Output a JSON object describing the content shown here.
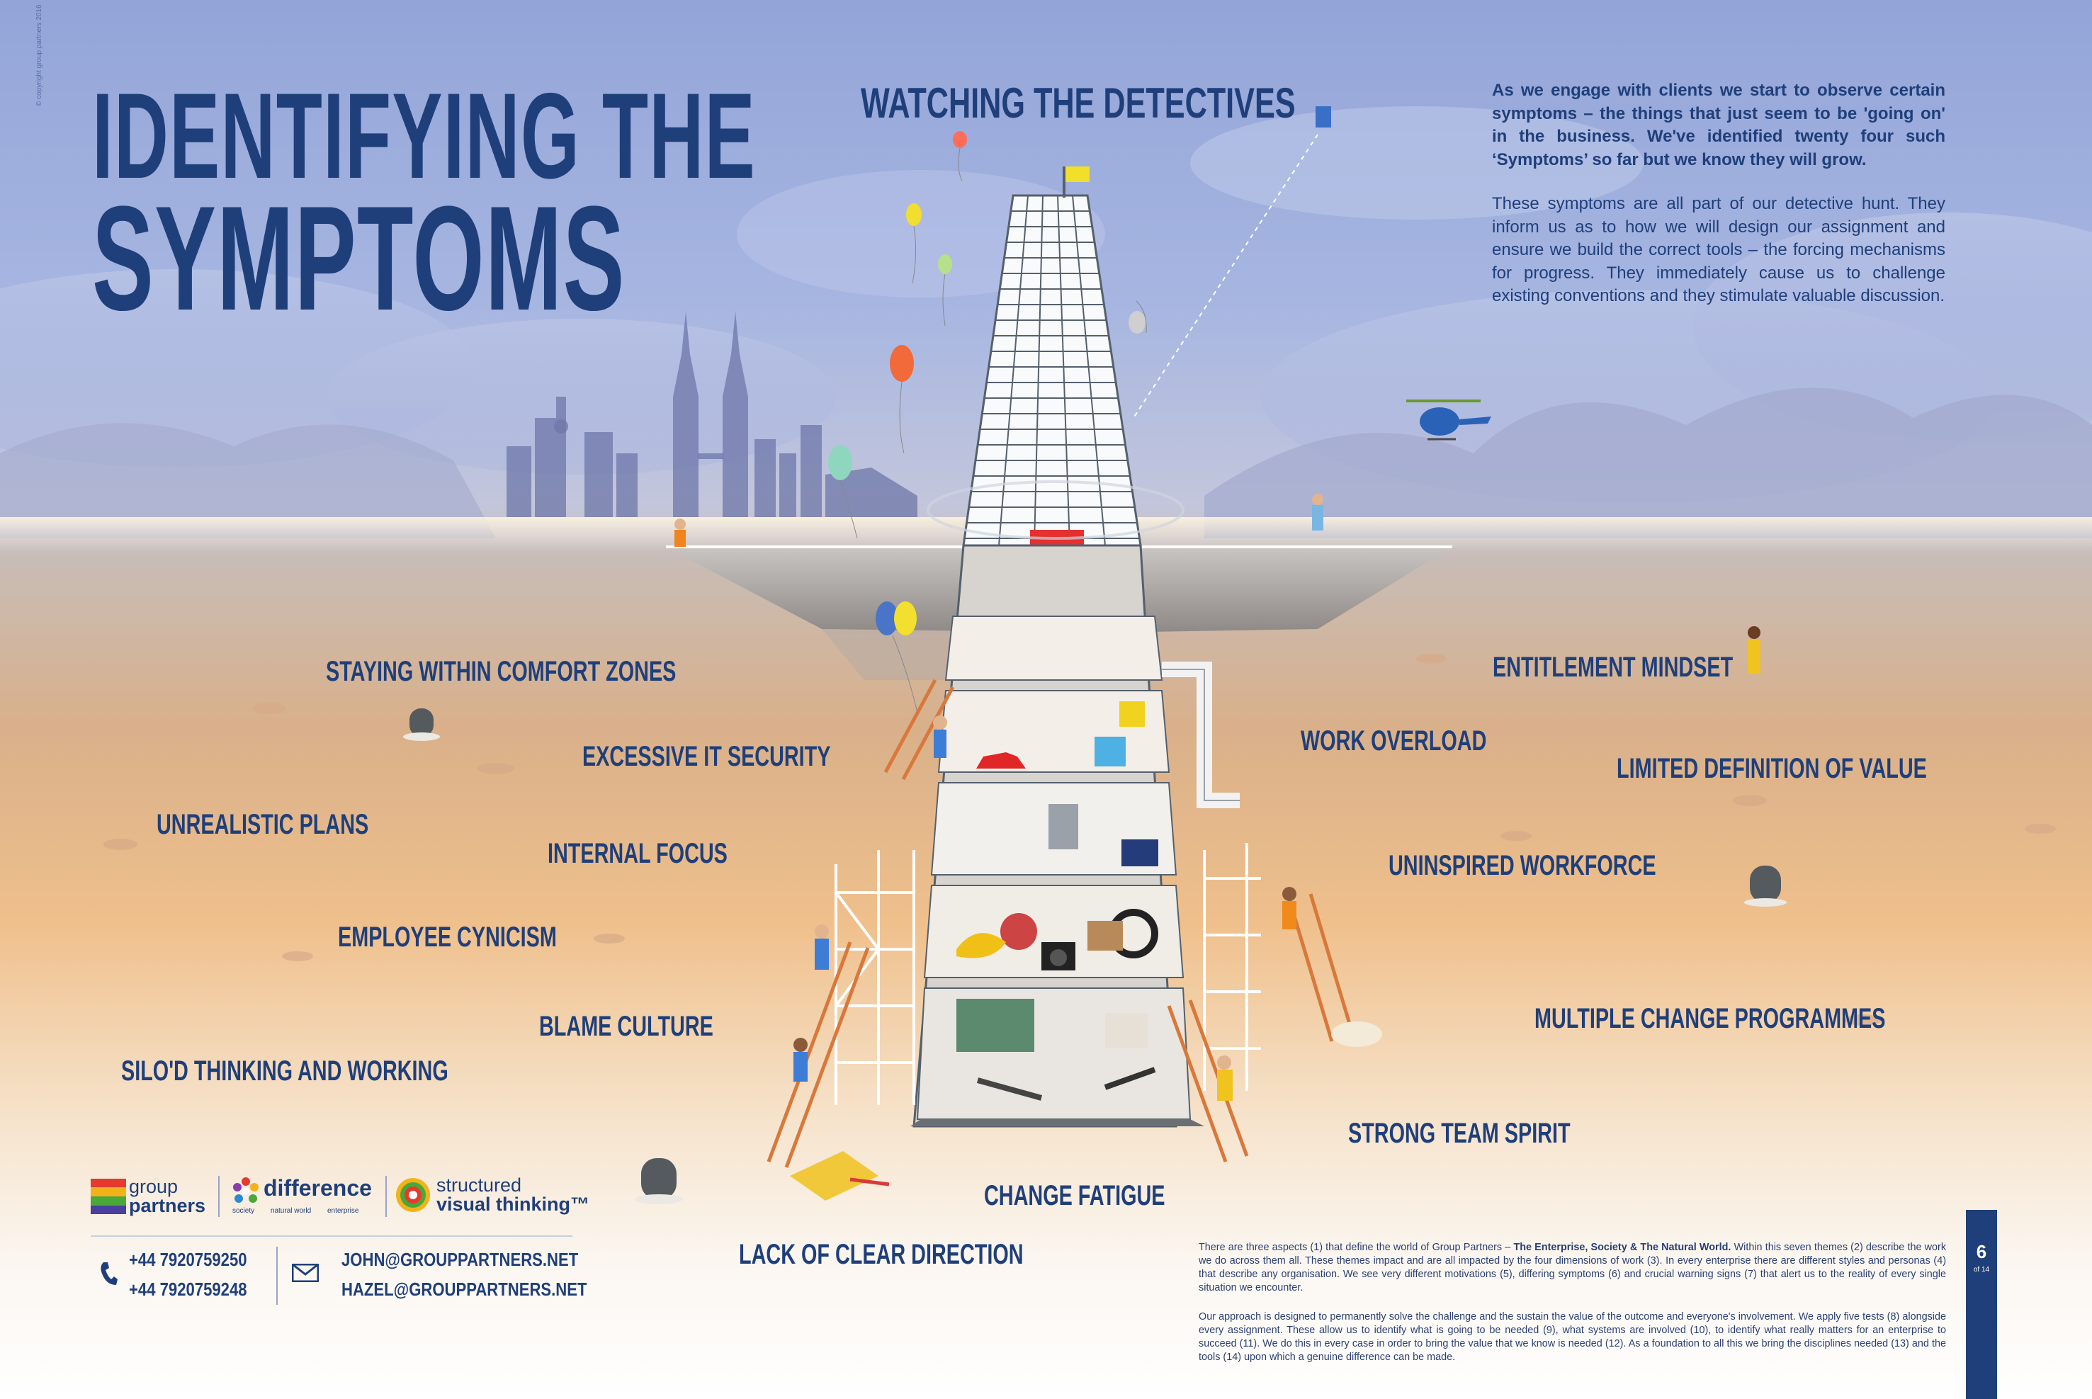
{
  "title": {
    "line1": "IDENTIFYING THE",
    "line2": "SYMPTOMS"
  },
  "heading": "WATCHING THE DETECTIVES",
  "copyright": "© copyright group partners 2016",
  "intro": {
    "p1": "As we engage with clients we start to observe certain symptoms – the things that just seem to be 'going on' in the business. We've identified twenty four such ‘Symptoms’ so far but we know they will grow.",
    "p2": "These symptoms are all part of our detective hunt. They inform us as to how we will design our assignment and ensure we build the correct tools – the forcing mechanisms for progress. They immediately cause us to challenge existing conventions and they stimulate valuable discussion."
  },
  "symptoms": [
    "STAYING WITHIN COMFORT ZONES",
    "EXCESSIVE IT SECURITY",
    "UNREALISTIC PLANS",
    "INTERNAL FOCUS",
    "EMPLOYEE CYNICISM",
    "BLAME CULTURE",
    "SILO'D THINKING AND WORKING",
    "CHANGE FATIGUE",
    "LACK OF CLEAR DIRECTION",
    "ENTITLEMENT MINDSET",
    "WORK OVERLOAD",
    "LIMITED DEFINITION OF VALUE",
    "UNINSPIRED WORKFORCE",
    "MULTIPLE CHANGE PROGRAMMES",
    "STRONG TEAM SPIRIT"
  ],
  "logos": {
    "group_partners": [
      "group",
      "partners"
    ],
    "difference": {
      "name": "difference",
      "sub": [
        "society",
        "natural world",
        "enterprise"
      ]
    },
    "svt": [
      "structured",
      "visual thinking™"
    ]
  },
  "contact": {
    "phones": [
      "+44 7920759250",
      "+44 7920759248"
    ],
    "emails": [
      "JOHN@GROUPPARTNERS.NET",
      "HAZEL@GROUPPARTNERS.NET"
    ]
  },
  "footer": {
    "p1_a": "There are three aspects (1) that define the world of Group Partners – ",
    "p1_b": "The Enterprise, Society & The Natural World.",
    "p1_c": " Within this seven themes (2) describe the work we do across them all. These themes impact and are all impacted by the four dimensions of work (3). In every enterprise there are different styles and personas (4) that describe any organisation. We see very different motivations (5), differing symptoms (6) and crucial warning signs (7) that alert us to the reality of every single situation we encounter.",
    "p2": "Our approach is designed to permanently solve the challenge and the sustain the value of the outcome and everyone's involvement. We apply five tests (8) alongside every assignment. These allow us to identify what is going to be needed (9), what systems are involved (10), to identify what really matters for an enterprise to succeed (11). We do this in every case in order to bring the value that we know is needed (12). As a foundation to all this we bring the disciplines needed (13) and the tools (14) upon which a genuine difference can be made."
  },
  "page": {
    "number": "6",
    "of": "of 14"
  },
  "colors": {
    "navy": "#1f3f7a",
    "sky": "#93a4d8",
    "sand": "#efc08c"
  }
}
